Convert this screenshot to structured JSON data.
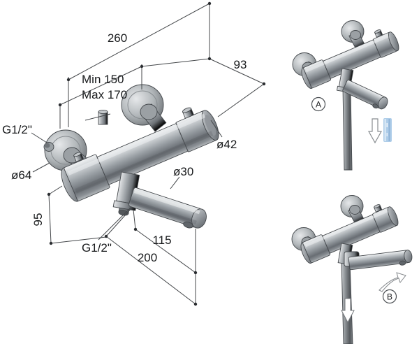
{
  "diagram": {
    "dims": {
      "total_width": "260",
      "depth": "93",
      "center_min": "Min 150",
      "center_max": "Max 170",
      "inlet_thread": "G1/2\"",
      "rosette_diameter": "ø64",
      "body_diameter": "ø42",
      "spout_diameter": "ø30",
      "height_below": "95",
      "spout_reach": "115",
      "total_reach": "200",
      "outlet_thread": "G1/2\""
    }
  },
  "views": {
    "a": {
      "label": "A"
    },
    "b": {
      "label": "B"
    }
  },
  "colors": {
    "background": "#ffffff",
    "line": "#44474a",
    "metal_light": "#f0f2f3",
    "metal_mid": "#9aa0a5",
    "metal_dark": "#5f646a",
    "water_stream": "#aecde9"
  }
}
